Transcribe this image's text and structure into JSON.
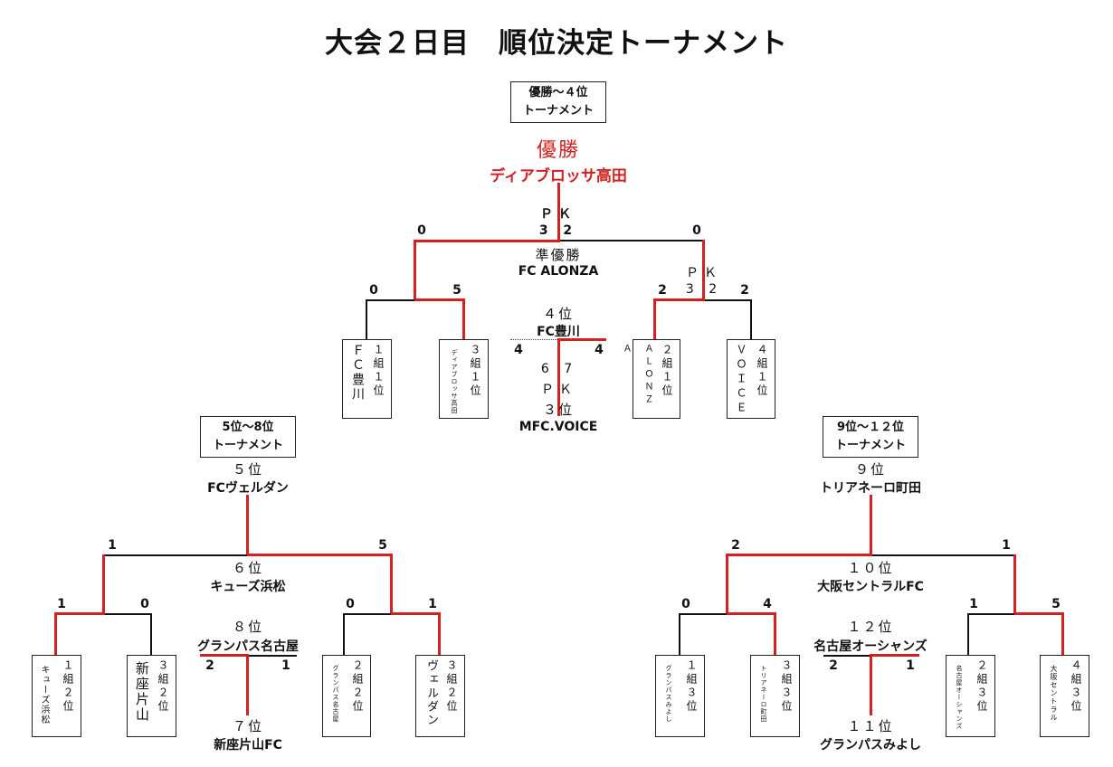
{
  "title": "大会２日目　順位決定トーナメント",
  "top": {
    "header": [
      "優勝～４位",
      "トーナメント"
    ],
    "champion_rank": "優勝",
    "champion_team": "ディアブロッサ高田",
    "final_pk": "ＰＫ",
    "final_pk_scores": "3 2",
    "final_left_score": "0",
    "final_right_score": "0",
    "runnerup_rank": "準優勝",
    "runnerup_team": "FC ALONZA",
    "semi_right_pk": "ＰＫ",
    "semi_right_pk_scores": "3 2",
    "semi_left_left": "0",
    "semi_left_right": "5",
    "semi_right_left": "2",
    "semi_right_right": "2",
    "fourth_rank": "４位",
    "fourth_team": "FC豊川",
    "third_left_score": "4",
    "third_right_score": "4",
    "third_pk_scores": "6 7",
    "third_pk": "ＰＫ",
    "third_rank": "３位",
    "third_team": "MFC.VOICE",
    "seeds": [
      {
        "name": "ＦＣ豊川",
        "group": "１組１位"
      },
      {
        "name": "ディアブロッサ高田",
        "group": "３組１位"
      },
      {
        "name": "ＡＬＯＮＺＡ",
        "group": "２組１位"
      },
      {
        "name": "ＶＯＩＣＥ",
        "group": "４組１位"
      }
    ]
  },
  "left": {
    "header": [
      "5位～8位",
      "トーナメント"
    ],
    "r5_rank": "５位",
    "r5_team": "FCヴェルダン",
    "final_left_score": "1",
    "final_right_score": "5",
    "r6_rank": "６位",
    "r6_team": "キューズ浜松",
    "semi_left_left": "1",
    "semi_left_right": "0",
    "semi_right_left": "0",
    "semi_right_right": "1",
    "r8_rank": "８位",
    "r8_team": "グランパス名古屋",
    "cons_left_score": "2",
    "cons_right_score": "1",
    "r7_rank": "７位",
    "r7_team": "新座片山FC",
    "seeds": [
      {
        "name": "キューズ浜松",
        "group": "１組２位"
      },
      {
        "name": "新座片山",
        "group": "３組２位"
      },
      {
        "name": "グランパス名古屋",
        "group": "２組２位"
      },
      {
        "name": "ヴェルダン",
        "group": "３組２位"
      }
    ]
  },
  "right": {
    "header": [
      "9位～１２位",
      "トーナメント"
    ],
    "r9_rank": "９位",
    "r9_team": "トリアネーロ町田",
    "final_left_score": "2",
    "final_right_score": "1",
    "r10_rank": "１０位",
    "r10_team": "大阪セントラルFC",
    "semi_left_left": "0",
    "semi_left_right": "4",
    "semi_right_left": "1",
    "semi_right_right": "5",
    "r12_rank": "１２位",
    "r12_team": "名古屋オーシャンズ",
    "cons_left_score": "2",
    "cons_right_score": "1",
    "r11_rank": "１１位",
    "r11_team": "グランパスみよし",
    "seeds": [
      {
        "name": "グランパスみよし",
        "group": "１組３位"
      },
      {
        "name": "トリアネーロ町田",
        "group": "３組３位"
      },
      {
        "name": "名古屋オーシャンズ",
        "group": "２組３位"
      },
      {
        "name": "大阪セントラル",
        "group": "４組３位"
      }
    ]
  },
  "colors": {
    "winner_line": "#d42020",
    "loser_line": "#111111",
    "champion_text": "#d42020"
  }
}
